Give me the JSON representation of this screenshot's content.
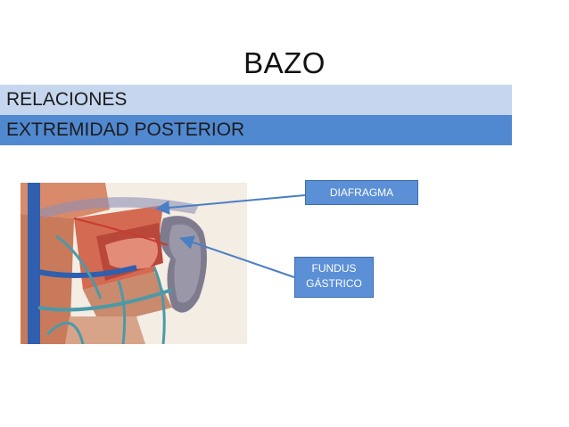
{
  "slide": {
    "title": "BAZO",
    "section": "RELACIONES",
    "subsection": "EXTREMIDAD POSTERIOR"
  },
  "labels": {
    "diafragma": "DIAFRAGMA",
    "fundus_line1": "FUNDUS",
    "fundus_line2": "GÁSTRICO"
  },
  "colors": {
    "band_light": "#c6d6ee",
    "band_dark": "#5189d1",
    "label_fill": "#5b8fd6",
    "arrow": "#4a7fc4"
  }
}
